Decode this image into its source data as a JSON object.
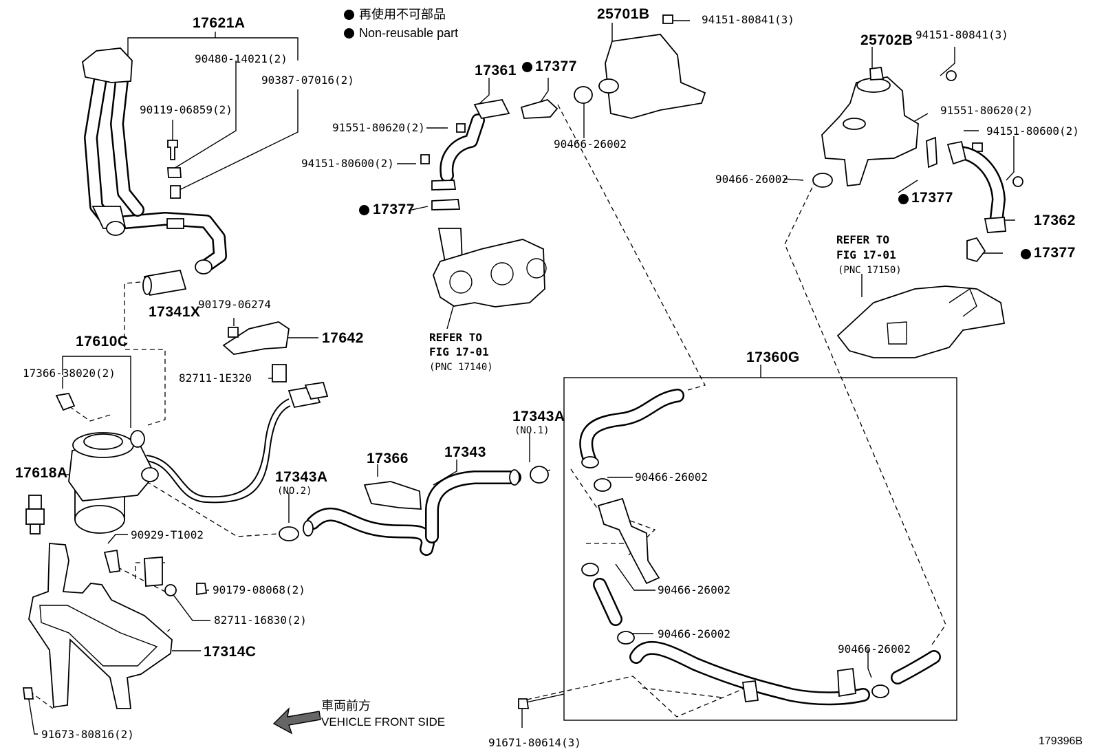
{
  "legend": {
    "jp": "再使用不可部品",
    "en": "Non-reusable part"
  },
  "labels": {
    "p17621A": "17621A",
    "p90480": "90480-14021(2)",
    "p90387": "90387-07016(2)",
    "p90119": "90119-06859(2)",
    "p17341X": "17341X",
    "p90179a": "90179-06274",
    "p17642": "17642",
    "p17610C": "17610C",
    "p17366_38020": "17366-38020(2)",
    "p82711a": "82711-1E320",
    "p17618A": "17618A",
    "p17343A_2": "17343A",
    "p17343A_2sub": "(NO.2)",
    "p90929": "90929-T1002",
    "p90179b": "90179-08068(2)",
    "p82711b": "82711-16830(2)",
    "p17314C": "17314C",
    "p91673": "91673-80816(2)",
    "p17361": "17361",
    "p17377a": "17377",
    "p91551a": "91551-80620(2)",
    "p94151a": "94151-80600(2)",
    "p17377b": "17377",
    "ref1_1": "REFER TO",
    "ref1_2": "FIG 17-01",
    "ref1_3": "(PNC 17140)",
    "p17366": "17366",
    "p17343": "17343",
    "p17343A_1": "17343A",
    "p17343A_1sub": "(NO.1)",
    "p25701B": "25701B",
    "p94151b": "94151-80841(3)",
    "p90466a": "90466-26002",
    "p25702B": "25702B",
    "p94151c": "94151-80841(3)",
    "p91551b": "91551-80620(2)",
    "p94151d": "94151-80600(2)",
    "p90466b": "90466-26002",
    "p17377c": "17377",
    "p17362": "17362",
    "p17377d": "17377",
    "ref2_1": "REFER TO",
    "ref2_2": "FIG 17-01",
    "ref2_3": "(PNC 17150)",
    "p17360G": "17360G",
    "p90466c": "90466-26002",
    "p90466d": "90466-26002",
    "p90466e": "90466-26002",
    "p90466f": "90466-26002",
    "p91671": "91671-80614(3)",
    "front_jp": "車両前方",
    "front_en": "VEHICLE FRONT SIDE",
    "fig_no": "179396B"
  }
}
